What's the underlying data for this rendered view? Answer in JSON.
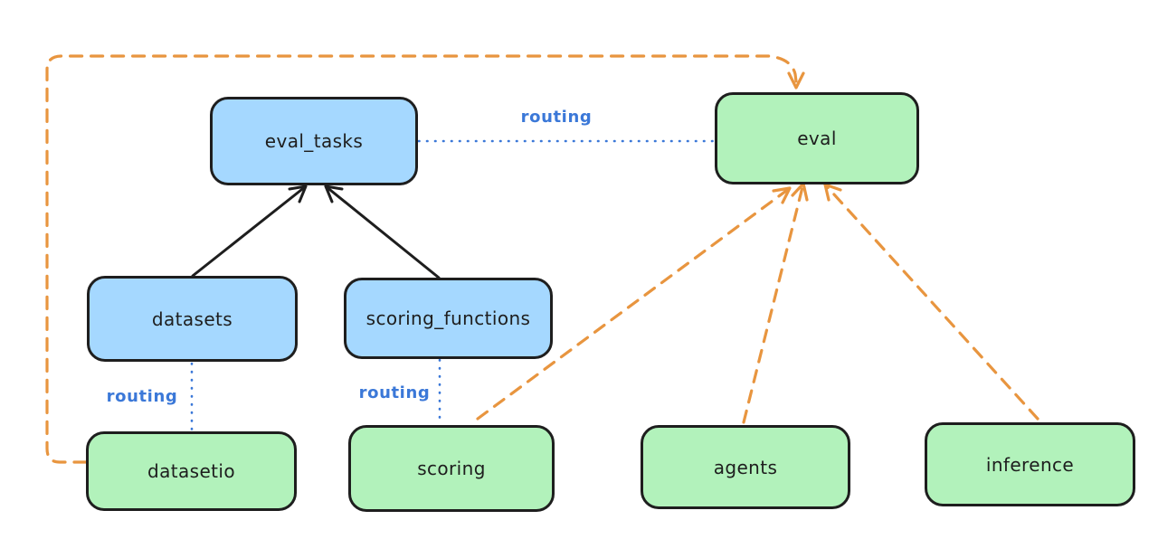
{
  "diagram": {
    "background": "#ffffff",
    "colors": {
      "blue_node_fill": "#a5d8ff",
      "green_node_fill": "#b2f2bb",
      "node_stroke": "#1e1e1e",
      "black_arrow": "#1e1e1e",
      "orange_arrow": "#e8953f",
      "routing_blue": "#3b78d8"
    },
    "nodes": {
      "eval_tasks": {
        "label": "eval_tasks",
        "color": "blue"
      },
      "eval": {
        "label": "eval",
        "color": "green"
      },
      "datasets": {
        "label": "datasets",
        "color": "blue"
      },
      "scoring_functions": {
        "label": "scoring_functions",
        "color": "blue"
      },
      "datasetio": {
        "label": "datasetio",
        "color": "green"
      },
      "scoring": {
        "label": "scoring",
        "color": "green"
      },
      "agents": {
        "label": "agents",
        "color": "green"
      },
      "inference": {
        "label": "inference",
        "color": "green"
      }
    },
    "edge_labels": {
      "routing_eval_tasks_eval": "routing",
      "routing_datasets_datasetio": "routing",
      "routing_scoring_functions_scoring": "routing"
    },
    "edges": [
      {
        "from": "datasets",
        "to": "eval_tasks",
        "style": "solid",
        "color": "black",
        "arrow": true
      },
      {
        "from": "scoring_functions",
        "to": "eval_tasks",
        "style": "solid",
        "color": "black",
        "arrow": true
      },
      {
        "from": "eval_tasks",
        "to": "eval",
        "style": "dotted",
        "color": "blue",
        "arrow": false,
        "label": "routing"
      },
      {
        "from": "datasets",
        "to": "datasetio",
        "style": "dotted",
        "color": "blue",
        "arrow": false,
        "label": "routing"
      },
      {
        "from": "scoring_functions",
        "to": "scoring",
        "style": "dotted",
        "color": "blue",
        "arrow": false,
        "label": "routing"
      },
      {
        "from": "datasetio",
        "to": "eval",
        "style": "dashed",
        "color": "orange",
        "arrow": true,
        "route": "around-left-and-top"
      },
      {
        "from": "scoring",
        "to": "eval",
        "style": "dashed",
        "color": "orange",
        "arrow": true
      },
      {
        "from": "agents",
        "to": "eval",
        "style": "dashed",
        "color": "orange",
        "arrow": true
      },
      {
        "from": "inference",
        "to": "eval",
        "style": "dashed",
        "color": "orange",
        "arrow": true
      }
    ]
  }
}
